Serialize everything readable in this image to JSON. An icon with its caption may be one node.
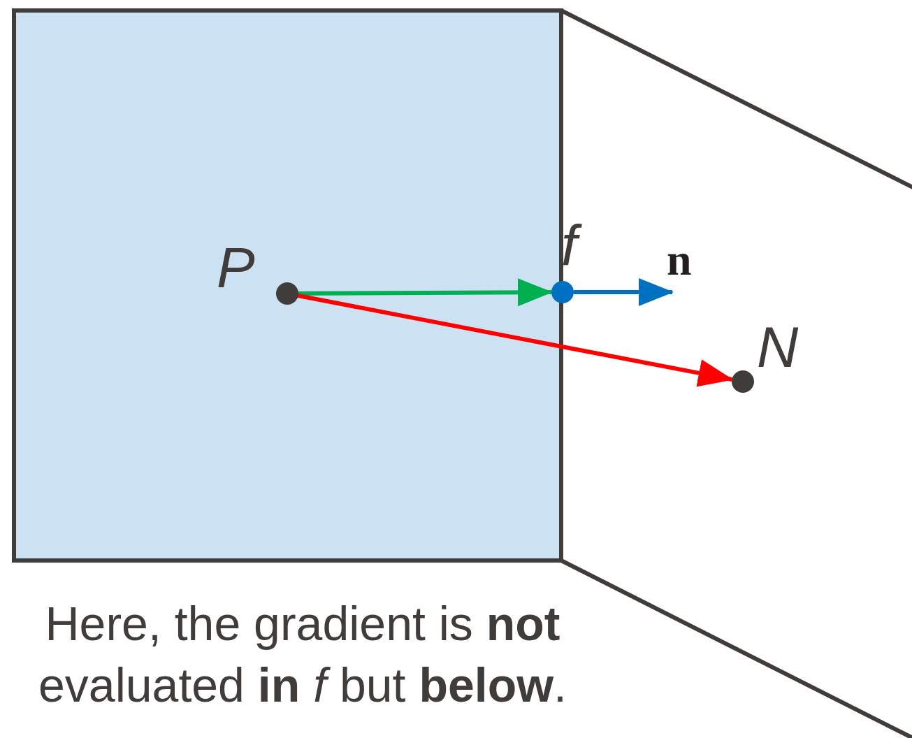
{
  "diagram": {
    "caption": "Here, the gradient is **not** evaluated **in** *f* but **below**.",
    "nodes": [
      {
        "text": [],
        "shape": "box"
      },
      {
        "text": [],
        "shape": "circle",
        "beside": [
          "P"
        ],
        "in": 0
      },
      {
        "text": [],
        "shape": "circle",
        "beside": [
          "f"
        ]
      },
      {
        "text": [],
        "shape": "circle",
        "beside": [
          "N"
        ]
      }
    ],
    "edges": [
      {
        "from": 1,
        "to": 2,
        "arrow": "to",
        "color": "#00b050"
      },
      {
        "from": 1,
        "to": 3,
        "arrow": "to",
        "color": "#ff0000"
      },
      {
        "from": 2,
        "to": null,
        "arrow": "to",
        "color": "#0070c0",
        "label": "n"
      }
    ]
  }
}
